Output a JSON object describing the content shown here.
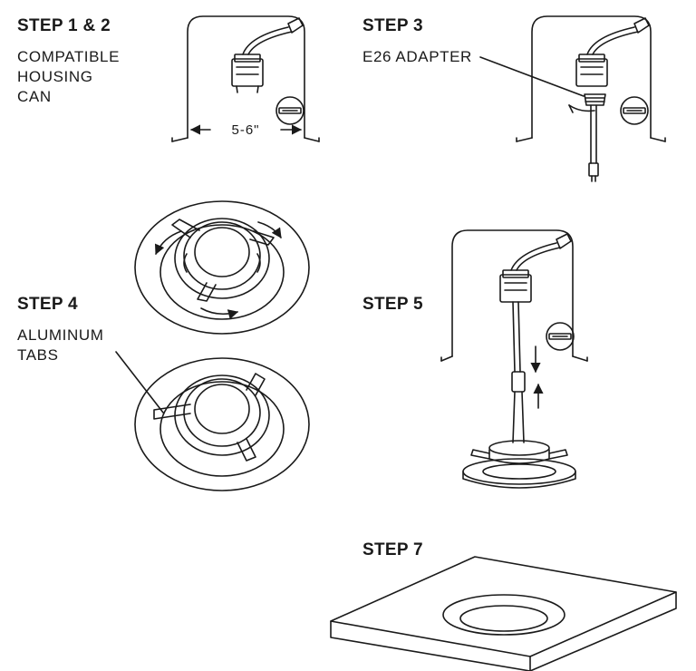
{
  "steps": {
    "s12": {
      "title": "STEP 1 & 2",
      "lines": [
        "COMPATIBLE",
        "HOUSING",
        "CAN"
      ],
      "dimension": "5-6\""
    },
    "s3": {
      "title": "STEP 3",
      "lines": [
        "E26 ADAPTER"
      ]
    },
    "s4": {
      "title": "STEP 4",
      "lines": [
        "ALUMINUM",
        "TABS"
      ]
    },
    "s5": {
      "title": "STEP 5"
    },
    "s7": {
      "title": "STEP 7"
    }
  },
  "colors": {
    "stroke": "#1a1a1a",
    "fill": "#ffffff"
  }
}
